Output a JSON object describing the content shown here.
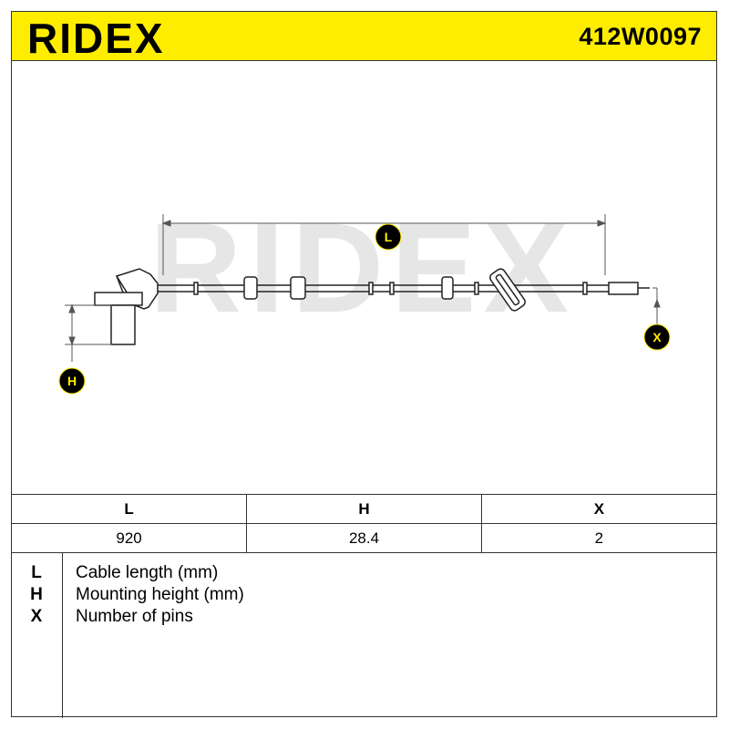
{
  "header": {
    "brand": "RIDEX",
    "part_number": "412W0097",
    "background_color": "#ffed00"
  },
  "drawing": {
    "watermark": "RIDEX",
    "badges": [
      {
        "letter": "L"
      },
      {
        "letter": "H"
      },
      {
        "letter": "X"
      }
    ]
  },
  "dimensions_table": {
    "headers": [
      "L",
      "H",
      "X"
    ],
    "values": [
      "920",
      "28.4",
      "2"
    ]
  },
  "legend": [
    {
      "key": "L",
      "description": "Cable length (mm)"
    },
    {
      "key": "H",
      "description": "Mounting height (mm)"
    },
    {
      "key": "X",
      "description": "Number of pins"
    }
  ]
}
